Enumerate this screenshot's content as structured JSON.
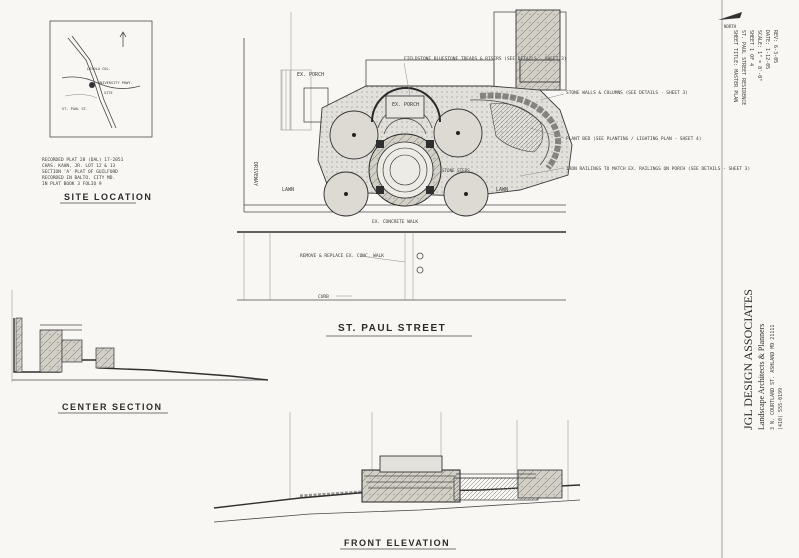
{
  "site_location": {
    "title": "SITE LOCATION",
    "map_labels": [
      "LOYOLA COL.",
      "UNIVERSITY PKWY.",
      "SITE",
      "ST. PAUL ST."
    ],
    "note": [
      "RECORDED PLAT 28 (DAL) 17-2051",
      "CHAS. KAHN, JR. LOT 12 & 13",
      "SECTION 'A' PLAT OF GUILFORD",
      "RECORDED IN BALTO. CITY MD.",
      "IN PLAT BOOK 3 FOLIO 9"
    ]
  },
  "plan": {
    "labels": {
      "ex_porch_left": "EX. PORCH",
      "ex_porch_center": "EX. PORCH",
      "driveway": "DRIVEWAY",
      "lawn_left": "LAWN",
      "lawn_right": "LAWN",
      "ex_concrete_walk": "EX. CONCRETE WALK",
      "stone_steps": "STONE STEPS",
      "curb": "CURB",
      "replace_walk": "REMOVE & REPLACE EX. CONC. WALK"
    },
    "callouts": [
      "FIELDSTONE BLUESTONE TREADS & RISERS (SEE DETAILS - SHEET 3)",
      "STONE WALLS & COLUMNS (SEE DETAILS - SHEET 3)",
      "PLANT BED (SEE PLANTING / LIGHTING PLAN - SHEET 4)",
      "IRON RAILINGS TO MATCH EX. RAILINGS ON PORCH (SEE DETAILS - SHEET 3)"
    ]
  },
  "street_label": "ST. PAUL STREET",
  "center_section_label": "CENTER SECTION",
  "front_elevation_label": "FRONT ELEVATION",
  "firm": {
    "name": "JGL DESIGN ASSOCIATES",
    "subtitle": "Landscape Architects & Planners",
    "address": "3 N. COURTLAND ST. ASHLAND MD 21111",
    "phone": "(410) 555-0199"
  },
  "title_block": {
    "sheet_title": "SHEET TITLE: MASTER PLAN",
    "sheet_no": "SHEET 1 OF 4",
    "scale": "SCALE: 1\" = 8'-0\"",
    "project": "ST. PAUL STREET RESIDENCE",
    "date": "DATE: 1-12-05",
    "rev": "REV: 6-3-05",
    "north": "NORTH"
  },
  "colors": {
    "ink": "#2f2f2f",
    "paper": "#f8f7f4",
    "stone": "#c9c6bd"
  }
}
